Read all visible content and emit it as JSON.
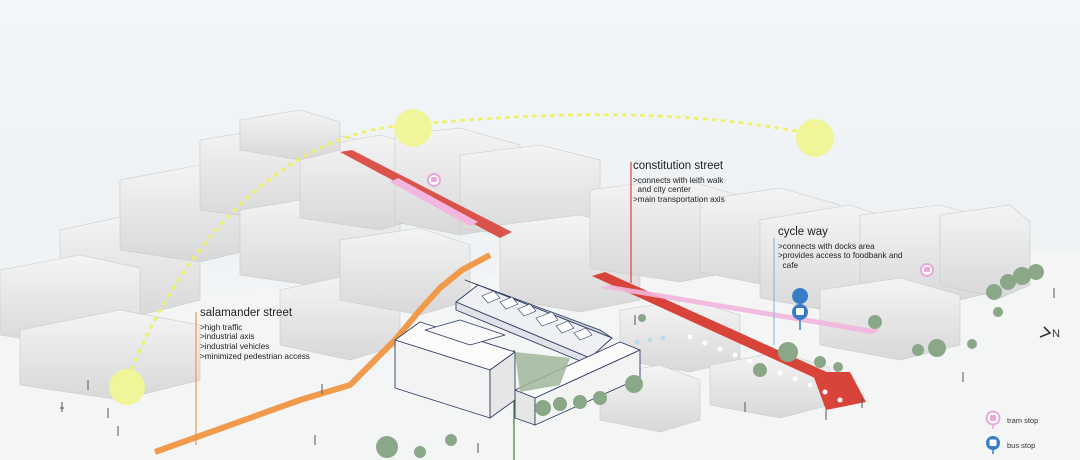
{
  "annotations": {
    "salamander": {
      "title": "salamander street",
      "lines": [
        ">high traffic",
        ">industrial axis",
        ">industrial vehicles",
        ">minimized pedestrian access"
      ],
      "color": "#f0954a"
    },
    "constitution": {
      "title": "constitution street",
      "lines": [
        ">connects with leith walk",
        "  and city center",
        ">main transportation axis"
      ],
      "color": "#d9443a"
    },
    "cycle": {
      "title": "cycle way",
      "lines": [
        ">connects with docks area",
        ">provides access to foodbank and",
        "  cafe"
      ],
      "color": "#7fb3d8"
    }
  },
  "legend": {
    "tram_stop": {
      "label": "tram stop",
      "color": "#e9a9d8"
    },
    "bus_stop": {
      "label": "bus stop",
      "color": "#3a7bc8"
    }
  },
  "north": {
    "label": "N"
  },
  "colors": {
    "sun": "#f1f59a",
    "sun_path": "#eef06a",
    "building": "#ffffff",
    "building_side": "#dadada",
    "street_orange": "#f29a4b",
    "street_red": "#d9443a",
    "tram_line": "#f2b6df",
    "tree": "#8aa888",
    "site_outline": "#2f3e63"
  }
}
